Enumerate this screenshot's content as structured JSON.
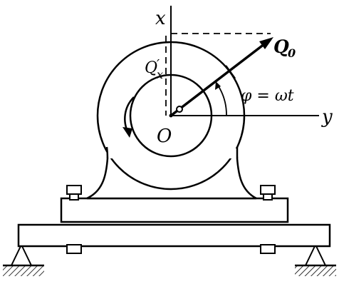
{
  "labels": {
    "axis_x": "x",
    "axis_y": "y",
    "origin": "O",
    "force_main": "Q",
    "force_main_sub": "0",
    "force_component": "Q",
    "force_component_prime": "′",
    "force_component_sub": "x",
    "angle": "φ = ωt"
  },
  "colors": {
    "ink": "#000000",
    "background": "#ffffff"
  }
}
